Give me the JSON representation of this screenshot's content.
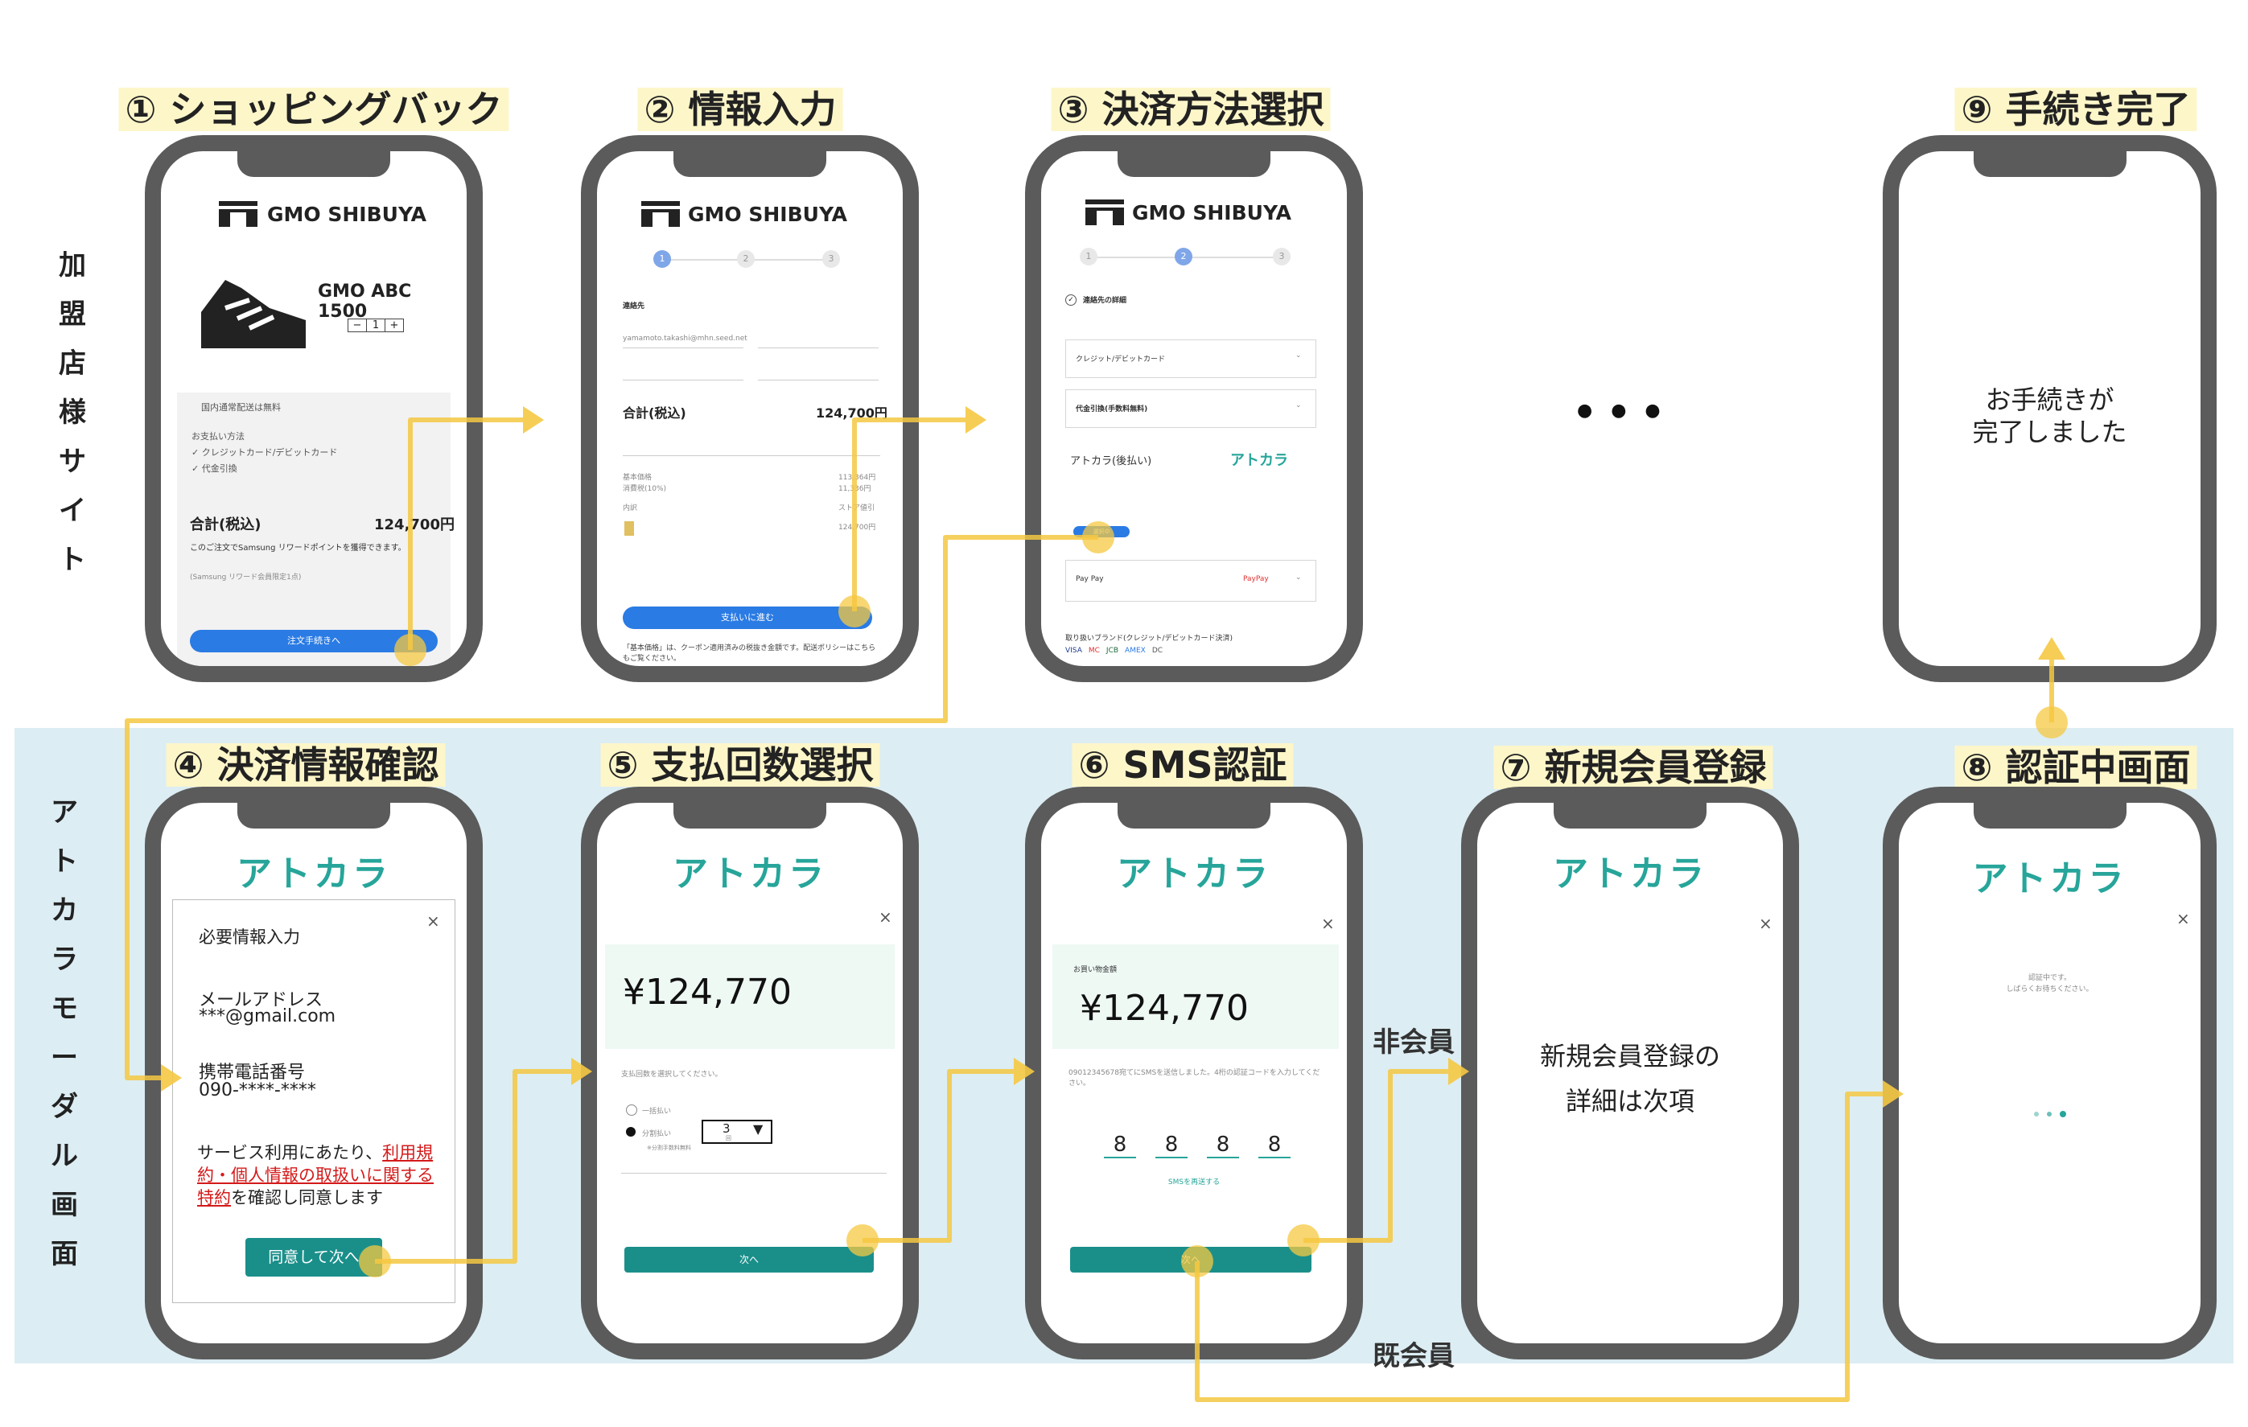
{
  "side_labels": {
    "merchant": [
      "加",
      "盟",
      "店",
      "様",
      "サ",
      "イ",
      "ト"
    ],
    "modal": [
      "ア",
      "ト",
      "カ",
      "ラ",
      "モ",
      "ー",
      "ダ",
      "ル",
      "画",
      "面"
    ]
  },
  "steps": {
    "s1": "① ショッピングバック",
    "s2": "② 情報入力",
    "s3": "③ 決済方法選択",
    "s4": "④ 決済情報確認",
    "s5": "⑤ 支払回数選択",
    "s6": "⑥ SMS認証",
    "s7": "⑦ 新規会員登録",
    "s8": "⑧ 認証中画面",
    "s9": "⑨ 手続き完了"
  },
  "brand": {
    "shop": "GMO SHIBUYA",
    "atokara": "アトカラ"
  },
  "screen1": {
    "product": "GMO ABC 1500",
    "qty": [
      "−",
      "1",
      "+"
    ],
    "shipping": "国内通常配送は無料",
    "payment_heading": "お支払い方法",
    "payment_options": [
      "✓ クレジットカード/デビットカード",
      "✓ 代金引換"
    ],
    "total_label": "合計(税込)",
    "total_value": "124,700円",
    "points_note": "このご注文でSamsung リワードポイントを獲得できます。",
    "points_sub": "(Samsung リワード会員限定1点)",
    "button": "注文手続きへ"
  },
  "screen2": {
    "stepper": [
      "1",
      "2",
      "3"
    ],
    "section_label": "連絡先",
    "email_value": "yamamoto.takashi@mhn.seed.net",
    "total_label": "合計(税込)",
    "total_value": "124,700円",
    "breakdown": [
      [
        "基本価格",
        "113,364円"
      ],
      [
        "消費税(10%)",
        "11,336円"
      ],
      [
        "内訳",
        "ストア値引"
      ],
      [
        "",
        "124,700円"
      ]
    ],
    "button": "支払いに進む",
    "footnote": "「基本価格」は、クーポン適用済みの税抜き金額です。配送ポリシーはこちらもご覧ください。"
  },
  "screen3": {
    "stepper": [
      "1",
      "2",
      "3"
    ],
    "contact": "連絡先の詳細",
    "options": [
      "クレジット/デビットカード",
      "代金引換(手数料無料)",
      "アトカラ(後払い)",
      "Pay Pay"
    ],
    "atokara_logo": "アトカラ",
    "paypay_logo": "PayPay",
    "select_chip": "選択中",
    "brands_label": "取り扱いブランド(クレジット/デビットカード決済)",
    "card_brands": [
      "VISA",
      "MC",
      "JCB",
      "AMEX",
      "DC"
    ]
  },
  "screen4": {
    "modal_title": "必要情報入力",
    "email_label": "メールアドレス",
    "email_value": "***@gmail.com",
    "phone_label": "携帯電話番号",
    "phone_value": "090-****-****",
    "consent_prefix": "サービス利用にあたり、",
    "consent_link": "利用規約・個人情報の取扱いに関する特約",
    "consent_suffix": "を確認し同意します",
    "button": "同意して次へ"
  },
  "screen5": {
    "amount": "¥124,770",
    "prompt": "支払回数を選択してください。",
    "option_lump": "一括払い",
    "option_split": "分割払い",
    "split_count": "3",
    "split_unit": "回",
    "split_note": "※分割手数料無料",
    "button": "次へ"
  },
  "screen6": {
    "amount_label": "お買い物金額",
    "amount": "¥124,770",
    "sms_note": "09012345678宛てにSMSを送信しました。4桁の認証コードを入力してください。",
    "code": [
      "8",
      "8",
      "8",
      "8"
    ],
    "resend": "SMSを再送する",
    "button": "次へ"
  },
  "screen7": {
    "note_line1": "新規会員登録の",
    "note_line2": "詳細は次項"
  },
  "screen8": {
    "wait_line1": "認証中です。",
    "wait_line2": "しばらくお待ちください。"
  },
  "screen9": {
    "done_line1": "お手続きが",
    "done_line2": "完了しました"
  },
  "ellipsis": "● ● ●",
  "flow_labels": {
    "non_member": "非会員",
    "member": "既会員"
  }
}
